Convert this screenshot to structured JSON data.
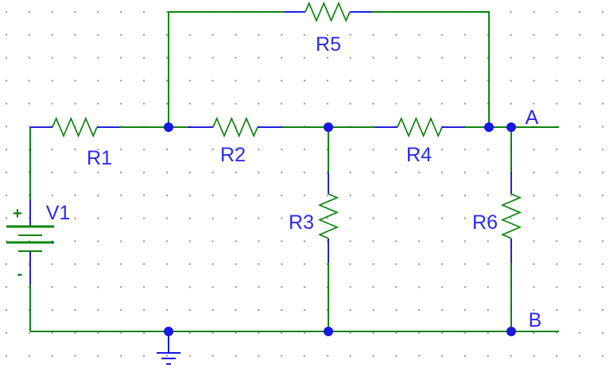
{
  "colors": {
    "wire": "#0e840e",
    "lead": "#2222dd",
    "junction": "#1818e0",
    "label": "#2929ff",
    "grid_dot": "#999999",
    "canvas_bg": "#ffffff"
  },
  "components": {
    "v1": {
      "label": "V1",
      "plus_mark": "+",
      "minus_mark": "-"
    },
    "r1": {
      "label": "R1"
    },
    "r2": {
      "label": "R2"
    },
    "r3": {
      "label": "R3"
    },
    "r4": {
      "label": "R4"
    },
    "r5": {
      "label": "R5"
    },
    "r6": {
      "label": "R6"
    }
  },
  "nodes": {
    "a": {
      "label": "A"
    },
    "b": {
      "label": "B"
    }
  }
}
